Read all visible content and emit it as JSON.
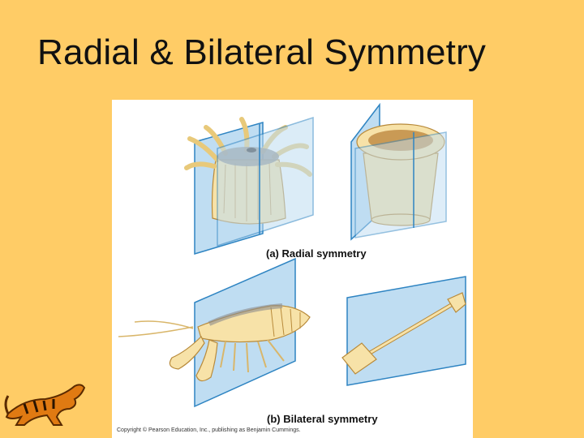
{
  "slide": {
    "title": "Radial & Bilateral Symmetry"
  },
  "figure": {
    "caption_radial": "(a) Radial symmetry",
    "caption_bilateral": "(b) Bilateral symmetry",
    "copyright": "Copyright © Pearson Education, Inc., publishing as Benjamin Cummings."
  },
  "colors": {
    "background": "#FFCC66",
    "plane": "#BFDDF2",
    "plane_edge": "#2E84C2",
    "organism": "#F7E2A8",
    "organism_stroke": "#B88A3A"
  },
  "icons": {
    "mascot": "tiger-icon"
  }
}
